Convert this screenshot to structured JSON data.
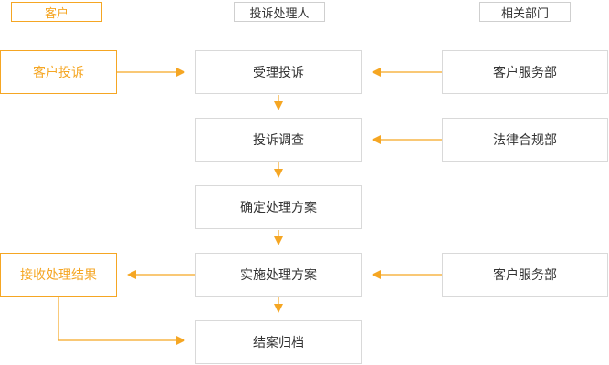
{
  "colors": {
    "accent": "#f5a623",
    "box_border": "#d9d9d9",
    "text": "#333333"
  },
  "lanes": {
    "customer": "客户",
    "handler": "投诉处理人",
    "departments": "相关部门"
  },
  "customer_steps": {
    "complaint": "客户投诉",
    "receive_result": "接收处理结果"
  },
  "handler_steps": {
    "accept": "受理投诉",
    "investigate": "投诉调查",
    "decide_plan": "确定处理方案",
    "implement_plan": "实施处理方案",
    "archive": "结案归档"
  },
  "departments": {
    "customer_service_1": "客户服务部",
    "legal_compliance": "法律合规部",
    "customer_service_2": "客户服务部"
  }
}
